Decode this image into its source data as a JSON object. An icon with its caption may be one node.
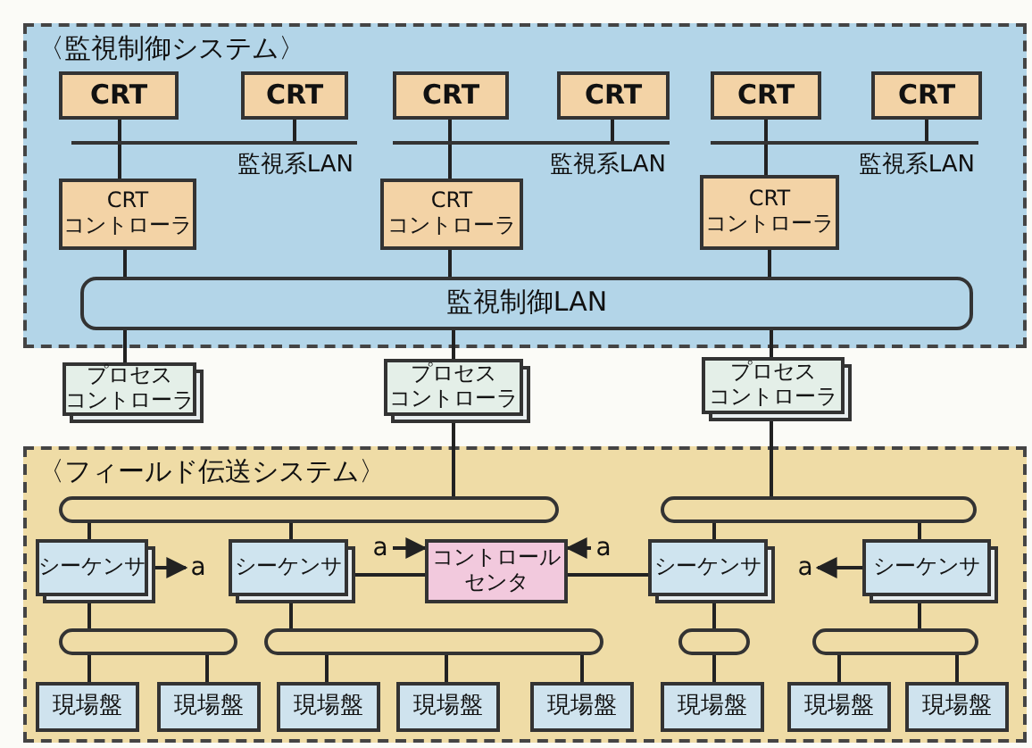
{
  "diagram": {
    "nodes": [
      {
        "text": [
          "〈監視制御システム〉"
        ]
      },
      {
        "text": [
          "CRT"
        ],
        "in": 0
      },
      {
        "text": [
          "CRT"
        ],
        "in": 0
      },
      {
        "text": [
          "CRT"
        ],
        "in": 0
      },
      {
        "text": [
          "CRT"
        ],
        "in": 0
      },
      {
        "text": [
          "CRT"
        ],
        "in": 0
      },
      {
        "text": [
          "CRT"
        ],
        "in": 0
      },
      {
        "text": [
          "監視系LAN"
        ],
        "in": 0
      },
      {
        "text": [
          "監視系LAN"
        ],
        "in": 0
      },
      {
        "text": [
          "監視系LAN"
        ],
        "in": 0
      },
      {
        "text": [
          "CRT コントローラ"
        ],
        "in": 0
      },
      {
        "text": [
          "CRT コントローラ"
        ],
        "in": 0
      },
      {
        "text": [
          "CRT コントローラ"
        ],
        "in": 0
      },
      {
        "text": [
          "監視制御LAN"
        ],
        "in": 0
      },
      {
        "text": [
          "プロセスコントローラ"
        ]
      },
      {
        "text": [
          "プロセスコントローラ"
        ]
      },
      {
        "text": [
          "プロセスコントローラ"
        ]
      },
      {
        "text": [
          "〈フィールド伝送システム〉"
        ]
      },
      {
        "text": [],
        "shape": "bar",
        "in": 17
      },
      {
        "text": [],
        "shape": "bar",
        "in": 17
      },
      {
        "text": [
          "シーケンサ"
        ],
        "in": 17
      },
      {
        "text": [
          "a"
        ],
        "in": 17
      },
      {
        "text": [
          "シーケンサ"
        ],
        "in": 17
      },
      {
        "text": [
          "a"
        ],
        "in": 17
      },
      {
        "text": [
          "コントロールセンタ"
        ],
        "in": 17
      },
      {
        "text": [
          "a"
        ],
        "in": 17
      },
      {
        "text": [
          "シーケンサ"
        ],
        "in": 17
      },
      {
        "text": [
          "a"
        ],
        "in": 17
      },
      {
        "text": [
          "シーケンサ"
        ],
        "in": 17
      },
      {
        "text": [],
        "shape": "bar",
        "in": 17
      },
      {
        "text": [],
        "shape": "bar",
        "in": 17
      },
      {
        "text": [],
        "shape": "bar",
        "in": 17
      },
      {
        "text": [],
        "shape": "bar",
        "in": 17
      },
      {
        "text": [
          "現場盤"
        ],
        "in": 17
      },
      {
        "text": [
          "現場盤"
        ],
        "in": 17
      },
      {
        "text": [
          "現場盤"
        ],
        "in": 17
      },
      {
        "text": [
          "現場盤"
        ],
        "in": 17
      },
      {
        "text": [
          "現場盤"
        ],
        "in": 17
      },
      {
        "text": [
          "現場盤"
        ],
        "in": 17
      },
      {
        "text": [
          "現場盤"
        ],
        "in": 17
      },
      {
        "text": [
          "現場盤"
        ],
        "in": 17
      }
    ],
    "edges": [
      {
        "from": 1,
        "to": 7,
        "arrow": "none"
      },
      {
        "from": 2,
        "to": 7,
        "arrow": "none"
      },
      {
        "from": 7,
        "to": 10,
        "arrow": "none"
      },
      {
        "from": 3,
        "to": 8,
        "arrow": "none"
      },
      {
        "from": 4,
        "to": 8,
        "arrow": "none"
      },
      {
        "from": 8,
        "to": 11,
        "arrow": "none"
      },
      {
        "from": 5,
        "to": 9,
        "arrow": "none"
      },
      {
        "from": 6,
        "to": 9,
        "arrow": "none"
      },
      {
        "from": 9,
        "to": 12,
        "arrow": "none"
      },
      {
        "from": 10,
        "to": 13,
        "arrow": "none"
      },
      {
        "from": 11,
        "to": 13,
        "arrow": "none"
      },
      {
        "from": 12,
        "to": 13,
        "arrow": "none"
      },
      {
        "from": 13,
        "to": 14,
        "arrow": "none"
      },
      {
        "from": 13,
        "to": 15,
        "arrow": "none"
      },
      {
        "from": 13,
        "to": 16,
        "arrow": "none"
      },
      {
        "from": 15,
        "to": 18,
        "arrow": "none"
      },
      {
        "from": 16,
        "to": 19,
        "arrow": "none"
      },
      {
        "from": 18,
        "to": 20,
        "arrow": "none"
      },
      {
        "from": 18,
        "to": 22,
        "arrow": "none"
      },
      {
        "from": 19,
        "to": 26,
        "arrow": "none"
      },
      {
        "from": 19,
        "to": 28,
        "arrow": "none"
      },
      {
        "from": 20,
        "to": 21,
        "arrow": "to"
      },
      {
        "from": 23,
        "to": 24,
        "arrow": "to"
      },
      {
        "from": 25,
        "to": 24,
        "arrow": "to"
      },
      {
        "from": 28,
        "to": 27,
        "arrow": "to"
      },
      {
        "from": 22,
        "to": 24,
        "arrow": "none"
      },
      {
        "from": 26,
        "to": 24,
        "arrow": "none"
      },
      {
        "from": 20,
        "to": 29,
        "arrow": "none"
      },
      {
        "from": 22,
        "to": 30,
        "arrow": "none"
      },
      {
        "from": 26,
        "to": 31,
        "arrow": "none"
      },
      {
        "from": 28,
        "to": 32,
        "arrow": "none"
      },
      {
        "from": 29,
        "to": 33,
        "arrow": "none"
      },
      {
        "from": 29,
        "to": 34,
        "arrow": "none"
      },
      {
        "from": 30,
        "to": 35,
        "arrow": "none"
      },
      {
        "from": 30,
        "to": 36,
        "arrow": "none"
      },
      {
        "from": 30,
        "to": 37,
        "arrow": "none"
      },
      {
        "from": 31,
        "to": 38,
        "arrow": "none"
      },
      {
        "from": 32,
        "to": 39,
        "arrow": "none"
      },
      {
        "from": 32,
        "to": 40,
        "arrow": "none"
      }
    ]
  }
}
